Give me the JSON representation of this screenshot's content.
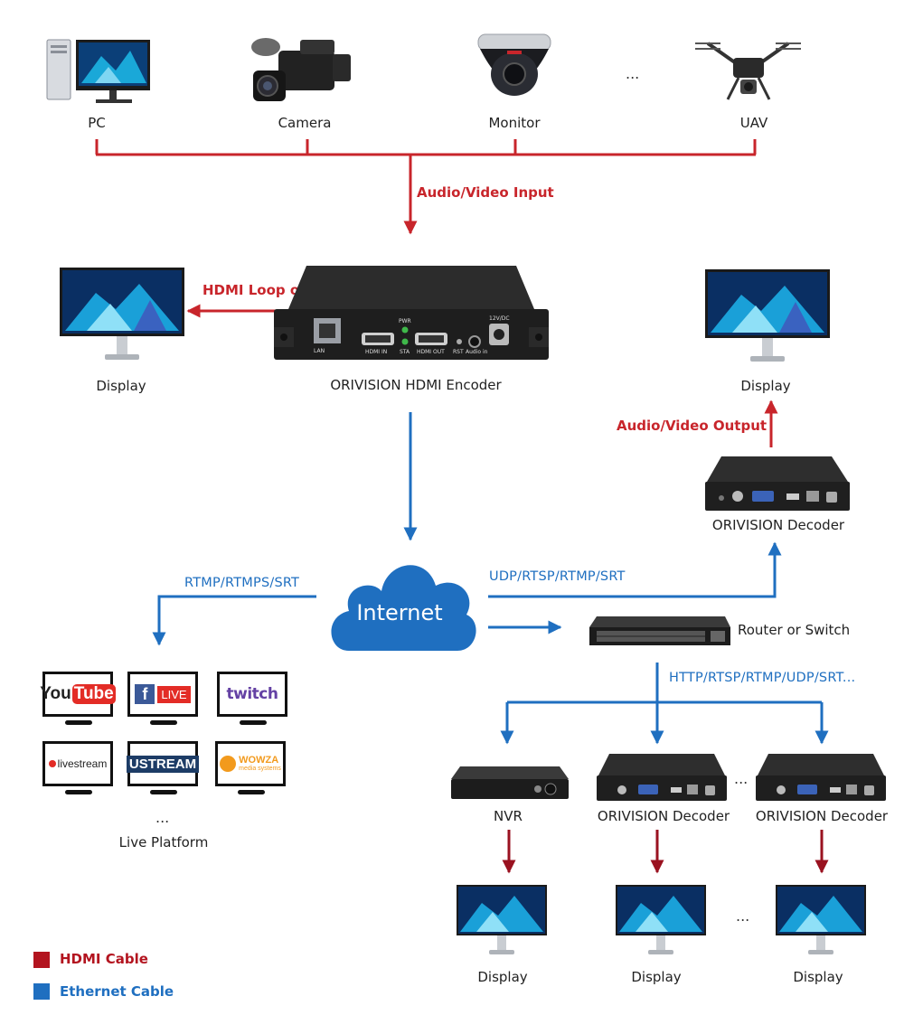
{
  "sources": {
    "pc": "PC",
    "camera": "Camera",
    "monitor": "Monitor",
    "ellipsis": "...",
    "uav": "UAV"
  },
  "flows": {
    "audio_video_input": "Audio/Video Input",
    "hdmi_loop_out": "HDMI Loop out",
    "audio_video_output": "Audio/Video Output",
    "rtmp_rtmps_srt": "RTMP/RTMPS/SRT",
    "udp_rtsp_rtmp_srt": "UDP/RTSP/RTMP/SRT",
    "http_rtsp_rtmp_udp_srt": "HTTP/RTSP/RTMP/UDP/SRT..."
  },
  "devices": {
    "display_left": "Display",
    "encoder": "ORIVISION HDMI Encoder",
    "display_right": "Display",
    "decoder_top": "ORIVISION Decoder",
    "internet": "Internet",
    "router": "Router or Switch",
    "nvr": "NVR",
    "decoder_a": "ORIVISION Decoder",
    "decoder_b": "ORIVISION Decoder",
    "decoder_ellipsis": "...",
    "display_a": "Display",
    "display_b": "Display",
    "display_c": "Display",
    "display_ellipsis": "..."
  },
  "encoder_panel": {
    "lan": "LAN",
    "hdmi_in": "HDMI IN",
    "pwr": "PWR",
    "sta": "STA",
    "hdmi_out": "HDMI OUT",
    "rst": "RST",
    "audio_in": "Audio in",
    "power": "12V/DC"
  },
  "platforms": {
    "youtube_a": "You",
    "youtube_b": "Tube",
    "facebook": "LIVE",
    "twitch": "twitch",
    "livestream": "livestream",
    "ustream": "USTREAM",
    "wowza_a": "WOWZA",
    "wowza_b": "media systems",
    "ellipsis": "...",
    "caption": "Live Platform"
  },
  "legend": {
    "hdmi": "HDMI Cable",
    "ethernet": "Ethernet Cable"
  },
  "colors": {
    "hdmi_cable": "#b3141f",
    "ethernet_cable": "#1f6fc0",
    "internet_cloud": "#1f6fc0",
    "flow_label_red": "#c8252b"
  }
}
